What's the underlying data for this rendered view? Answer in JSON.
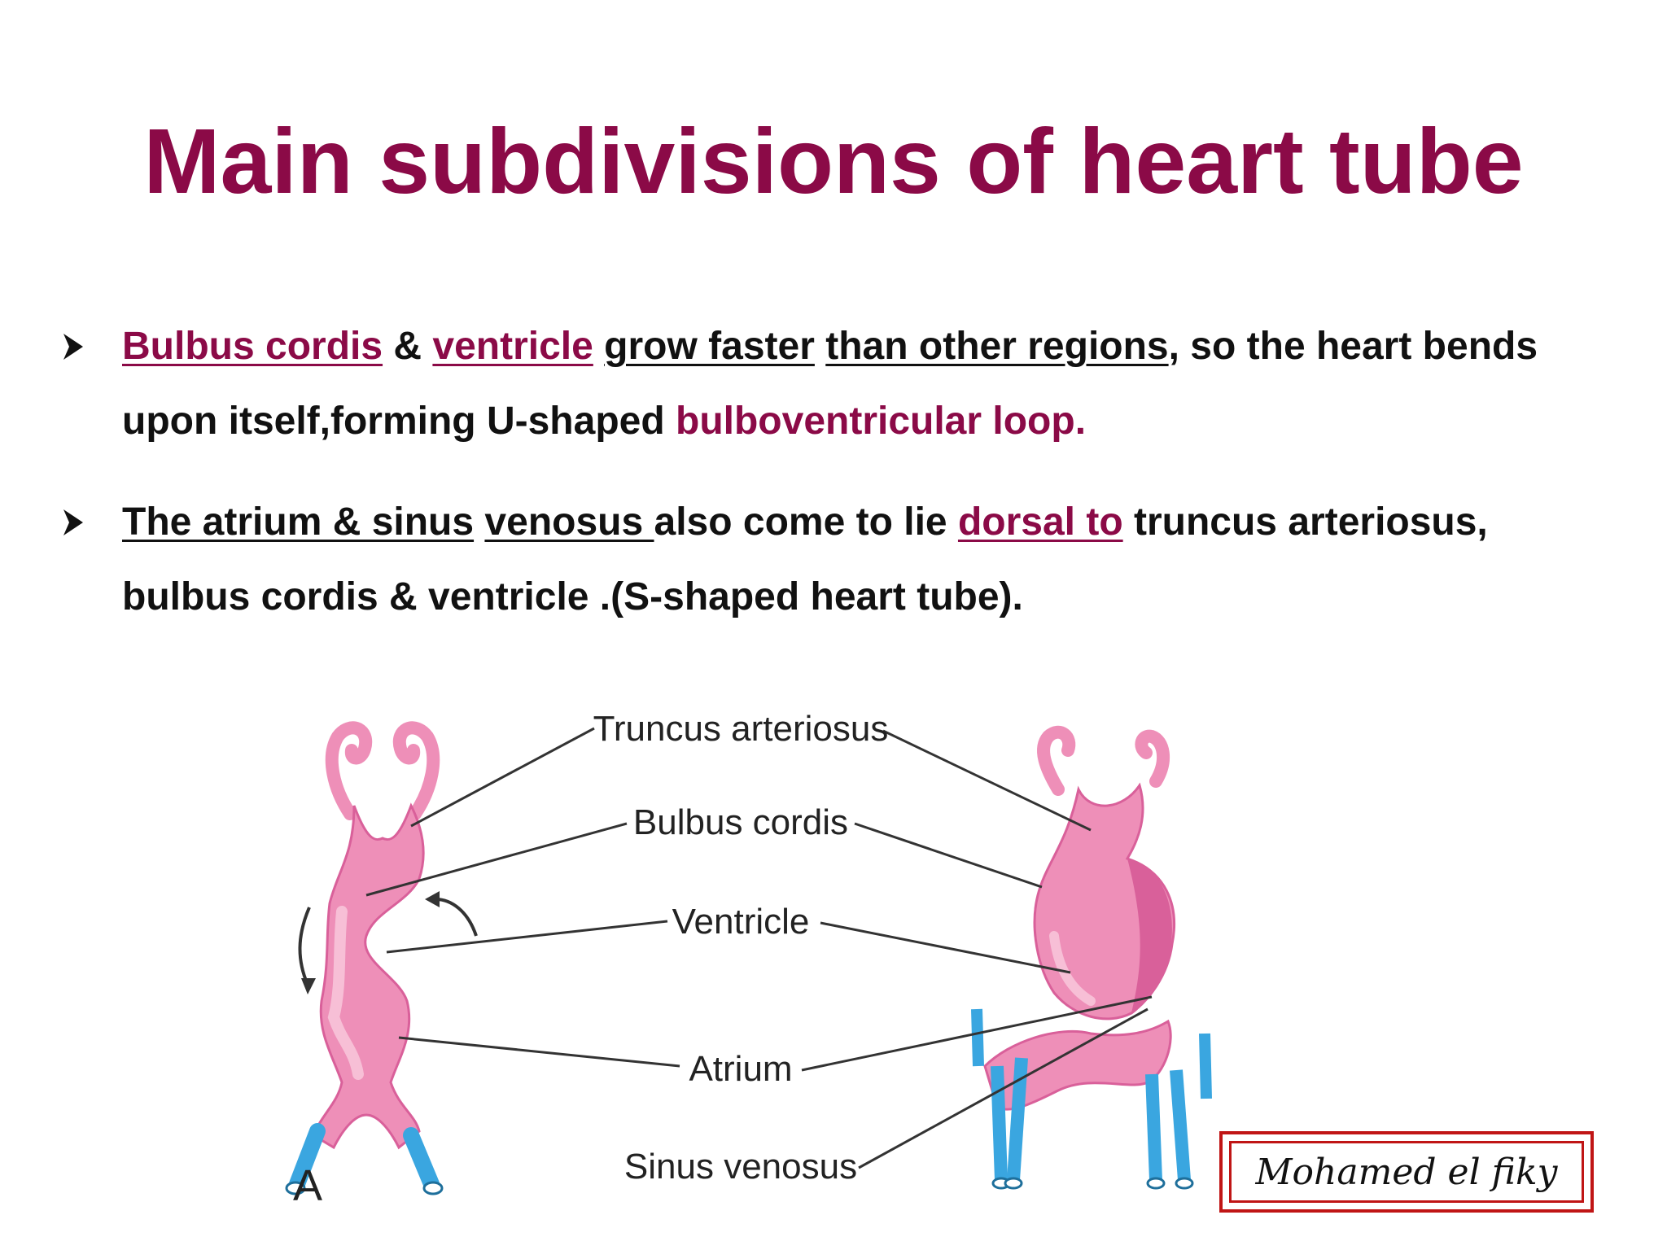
{
  "title": "Main subdivisions of heart tube",
  "bullets": [
    {
      "segments": {
        "s1": "Bulbus cordis",
        "s2": " & ",
        "s3": "ventricle",
        "s4": " ",
        "s5": "grow faster",
        "s6": " ",
        "s7": "than other regions",
        "s8": ", so the heart bends upon itself,forming U-shaped ",
        "s9": "bulboventricular loop."
      }
    },
    {
      "segments": {
        "s1": "The atrium & sinus",
        "s2": " ",
        "s3": "venosus ",
        "s4": "also come to lie ",
        "s5": "dorsal to",
        "s6": " truncus arteriosus, bulbus cordis & ventricle .(S-shaped heart tube)."
      }
    }
  ],
  "diagram": {
    "labels": {
      "truncus": "Truncus arteriosus",
      "bulbus": "Bulbus cordis",
      "ventricle": "Ventricle",
      "atrium": "Atrium",
      "sinus": "Sinus venosus"
    },
    "panel_label": "A",
    "colors": {
      "tube": "#ee8fb8",
      "tube_dark": "#d9609a",
      "tube_light": "#f7bfd6",
      "veins": "#3aa6e0",
      "lines": "#333333"
    }
  },
  "signature": "Mohamed el fiky",
  "colors": {
    "accent": "#8b0a47",
    "text": "#111111",
    "signature_border": "#c01515"
  }
}
